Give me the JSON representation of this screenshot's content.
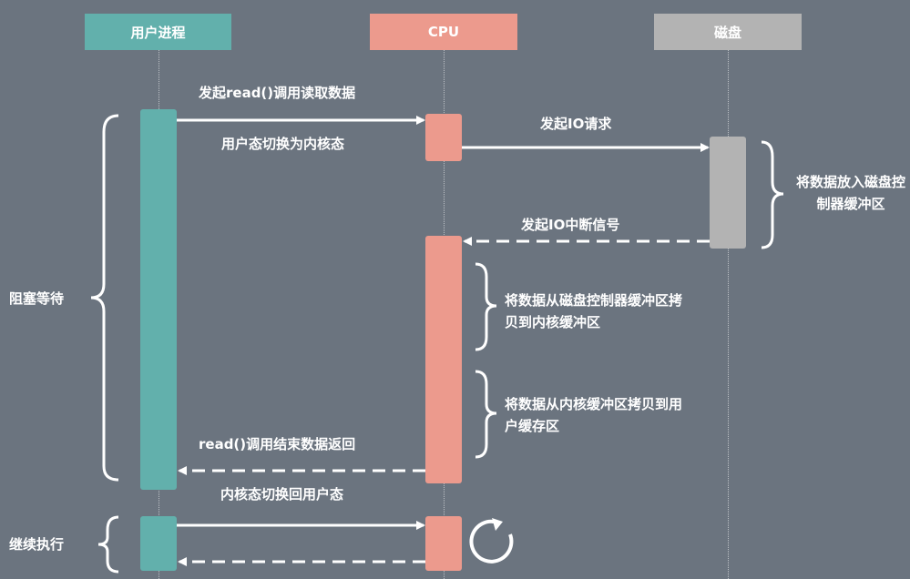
{
  "lanes": {
    "user_process": "用户进程",
    "cpu": "CPU",
    "disk": "磁盘"
  },
  "colors": {
    "background": "#6b747f",
    "user_process": "#62b0ac",
    "cpu": "#ec9a8d",
    "disk": "#b3b3b3",
    "line": "#ffffff"
  },
  "messages": {
    "issue_read": "发起read()调用读取数据",
    "user_to_kernel": "用户态切换为内核态",
    "issue_io": "发起IO请求",
    "io_interrupt": "发起IO中断信号",
    "read_return": "read()调用结束数据返回",
    "kernel_to_user": "内核态切换回用户态"
  },
  "notes": {
    "disk_buffer": "将数据放入磁盘控制器缓冲区",
    "copy_to_kernel": "将数据从磁盘控制器缓冲区拷贝到内核缓冲区",
    "copy_to_user": "将数据从内核缓冲区拷贝到用户缓存区"
  },
  "side_labels": {
    "blocked": "阻塞等待",
    "continue": "继续执行"
  }
}
